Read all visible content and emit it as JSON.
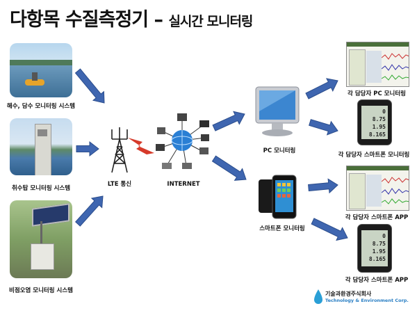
{
  "title": {
    "main": "다항목 수질측정기",
    "dash": " – ",
    "sub": "실시간 모니터링"
  },
  "sources": [
    {
      "label": "해수, 담수 모니터링 시스템",
      "icon": "buoy-lake-photo"
    },
    {
      "label": "취수탑 모니터링 시스템",
      "icon": "intake-tower-photo"
    },
    {
      "label": "비점오염 모니터링 시스템",
      "icon": "solar-station-photo"
    }
  ],
  "network": {
    "lte_label": "LTE 통신",
    "internet_label": "INTERNET"
  },
  "clients": {
    "pc_label": "PC 모니터링",
    "phone_label": "스마트폰 모니터링"
  },
  "endpoints": [
    {
      "label": "각 담당자 PC 모니터링"
    },
    {
      "label": "각 담당자 스마트폰 모니터링"
    },
    {
      "label": "각 담당자 스마트폰 APP"
    },
    {
      "label": "각 담당자 스마트폰 APP"
    }
  ],
  "phone_readings": [
    "0",
    "8.75",
    "1.95",
    "8.165"
  ],
  "company": {
    "name_ko": "기술과환경주식회사",
    "name_en": "Technology & Environment Corp."
  },
  "colors": {
    "arrow": "#3f66b0",
    "arrow_edge": "#2b4d8c",
    "lightning": "#d63a2a",
    "globe": "#2a7fd4"
  }
}
